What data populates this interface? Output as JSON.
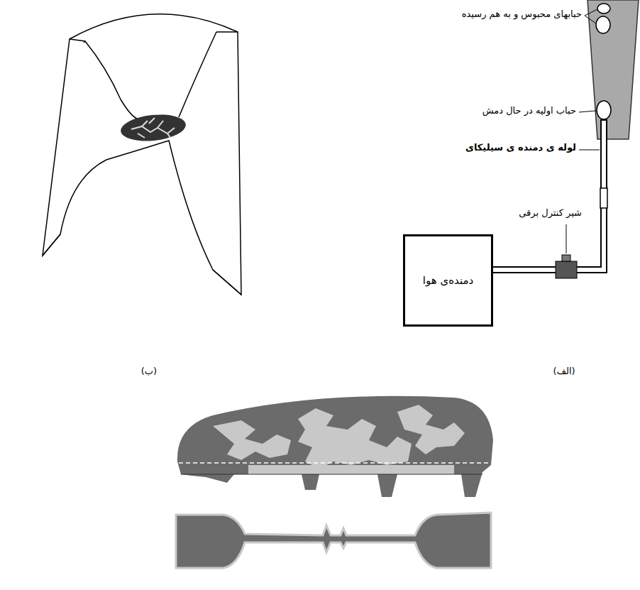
{
  "diagram": {
    "nodes": [
      {
        "text": [
          "دمنده‌ی هوا"
        ]
      }
    ],
    "labels": [
      "حبابهای محبوس و به هم رسیده",
      "حباب اولیه در حال دمش",
      "لوله ی دمنده ی سیلیکای",
      "شیر کنترل برقی",
      "(ب)",
      "(الف)"
    ]
  }
}
